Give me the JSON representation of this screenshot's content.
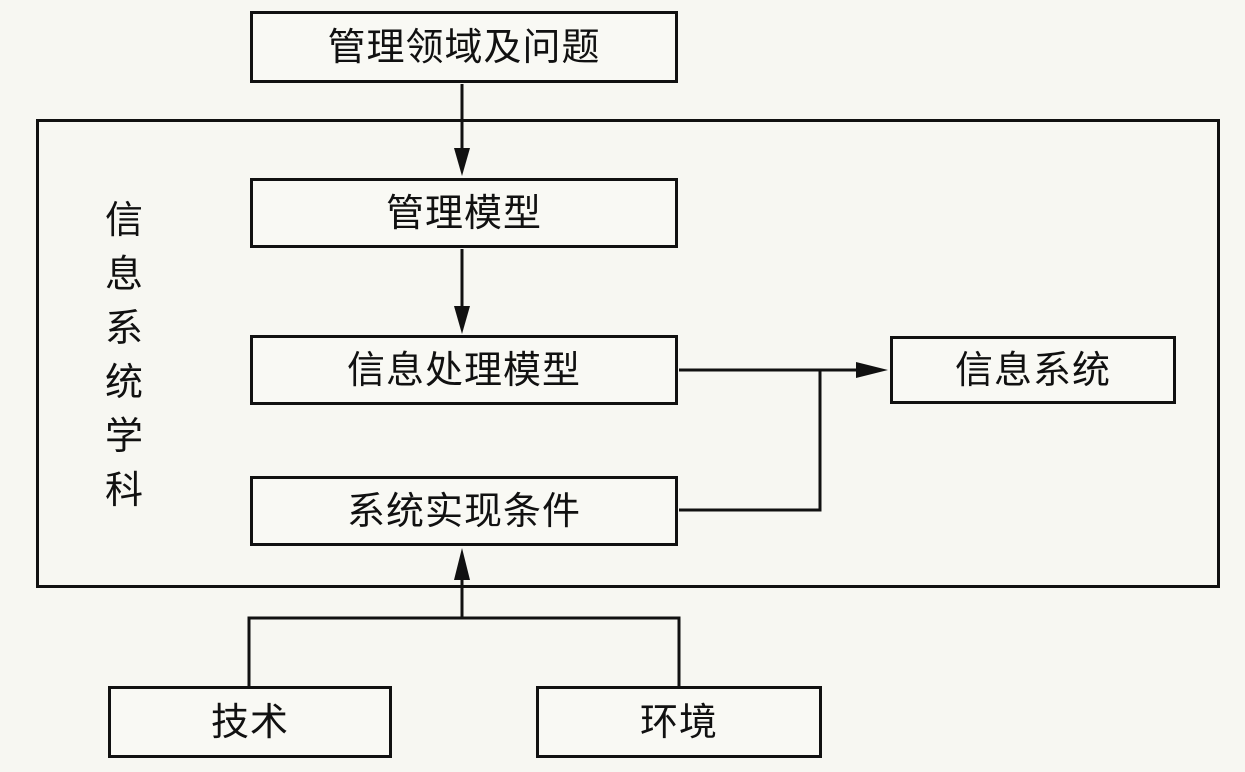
{
  "boxes": {
    "problem_domain": "管理领域及问题",
    "management_model": "管理模型",
    "info_processing_model": "信息处理模型",
    "system_conditions": "系统实现条件",
    "information_system": "信息系统",
    "technology": "技术",
    "environment": "环境"
  },
  "frame_label": [
    "信",
    "息",
    "系",
    "统",
    "学",
    "科"
  ]
}
